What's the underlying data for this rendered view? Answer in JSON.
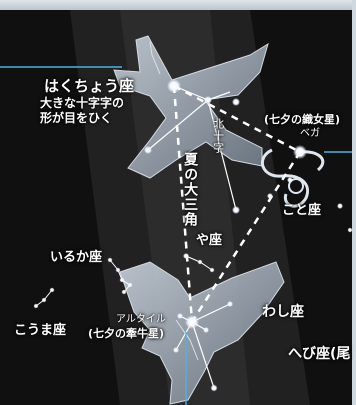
{
  "constellations": {
    "cygnus": {
      "name": "はくちょう座",
      "note_line1": "大きな十字字の",
      "note_line2": "形が目をひく"
    },
    "lyra": {
      "alias": "(七夕の織女星)",
      "star": "ベガ",
      "name": "こと座"
    },
    "sagitta": {
      "name": "や座"
    },
    "delphinus": {
      "name": "いるか座"
    },
    "equuleus": {
      "name": "こうま座"
    },
    "aquila": {
      "star": "アルタイル",
      "alias": "(七夕の牽牛星)",
      "name": "わし座"
    },
    "serpens": {
      "name": "へび座(尾"
    }
  },
  "asterism": {
    "summer_triangle": "夏の大三角"
  },
  "star_labels": {
    "deneb_direction": "北十字"
  },
  "colors": {
    "sky": "#101010",
    "milky_way": "#2e2e2e",
    "figure_line": "#ffffff",
    "pointer_line": "#4ab3e6",
    "frame": "#cfd8de"
  }
}
